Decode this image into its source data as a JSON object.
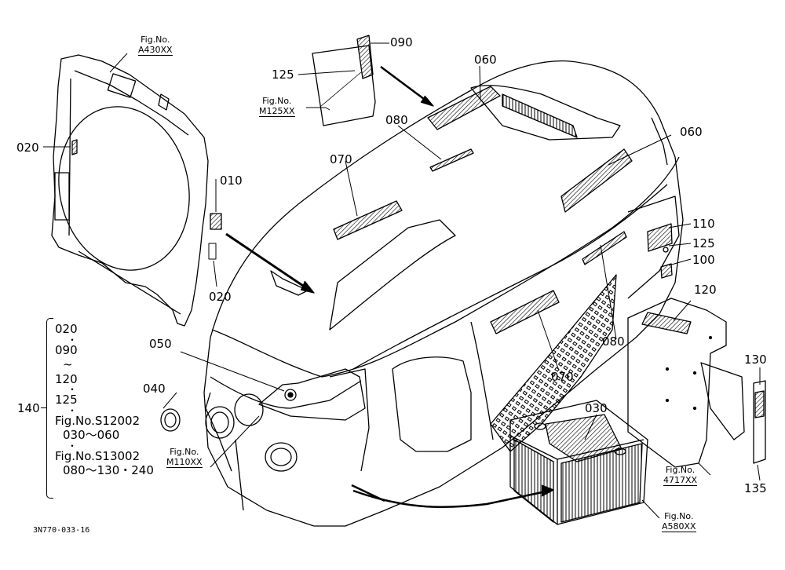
{
  "callouts": {
    "p010": "010",
    "p020a": "020",
    "p020b": "020",
    "p030": "030",
    "p040": "040",
    "p050": "050",
    "p060a": "060",
    "p060b": "060",
    "p070a": "070",
    "p070b": "070",
    "p080a": "080",
    "p080b": "080",
    "p090": "090",
    "p100": "100",
    "p110": "110",
    "p120": "120",
    "p125a": "125",
    "p125b": "125",
    "p130": "130",
    "p135": "135",
    "p140": "140"
  },
  "fig_refs": {
    "a430": {
      "label": "Fig.No.",
      "code": "A430XX"
    },
    "m125": {
      "label": "Fig.No.",
      "code": "M125XX"
    },
    "m110": {
      "label": "Fig.No.",
      "code": "M110XX"
    },
    "f4717": {
      "label": "Fig.No.",
      "code": "4717XX"
    },
    "a580": {
      "label": "Fig.No.",
      "code": "A580XX"
    }
  },
  "legend": {
    "l1": "020",
    "l2": "090",
    "l3": "~",
    "l4": "120",
    "l5": "125",
    "l6": "Fig.No.S12002",
    "l7": "030～060",
    "l8": "Fig.No.S13002",
    "l9": "080～130・240",
    "dot": "・"
  },
  "drawing_code": "3N770-033-16"
}
